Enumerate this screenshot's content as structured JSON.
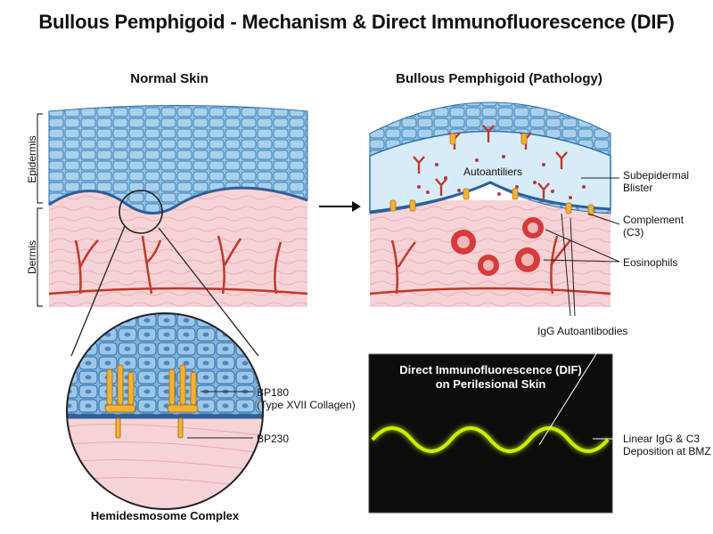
{
  "title": "Bullous Pemphigoid - Mechanism & Direct Immunofluorescence (DIF)",
  "panels": {
    "normal": {
      "title": "Normal Skin",
      "epidermis_label": "Epidermis",
      "dermis_label": "Dermis"
    },
    "pathology": {
      "title": "Bullous Pemphigoid (Pathology)",
      "inner_label": "Autoantiliers",
      "labels": {
        "blister": [
          "Subepidermal",
          "Blister"
        ],
        "complement": [
          "Complement",
          "(C3)"
        ],
        "eosinophils": "Eosinophils",
        "igg": "IgG Autoantibodies"
      }
    },
    "hemidesmosome": {
      "caption": "Hemidesmosome Complex",
      "bp180": [
        "BP180",
        "(Type XVII Collagen)"
      ],
      "bp230": "BP230"
    },
    "dif": {
      "title": [
        "Direct Immunofluorescence (DIF)",
        "on Perilesional Skin"
      ],
      "label": [
        "Linear IgG & C3",
        "Deposition at BMZ"
      ]
    }
  },
  "colors": {
    "epidermis": "#8fc1e3",
    "epidermis_dark": "#3f7fb8",
    "dermis": "#f6d3d6",
    "vessel": "#c0392b",
    "antibody": "#f2b233",
    "dif_bg": "#0b0d0b",
    "dif_line": "#c8f000"
  }
}
